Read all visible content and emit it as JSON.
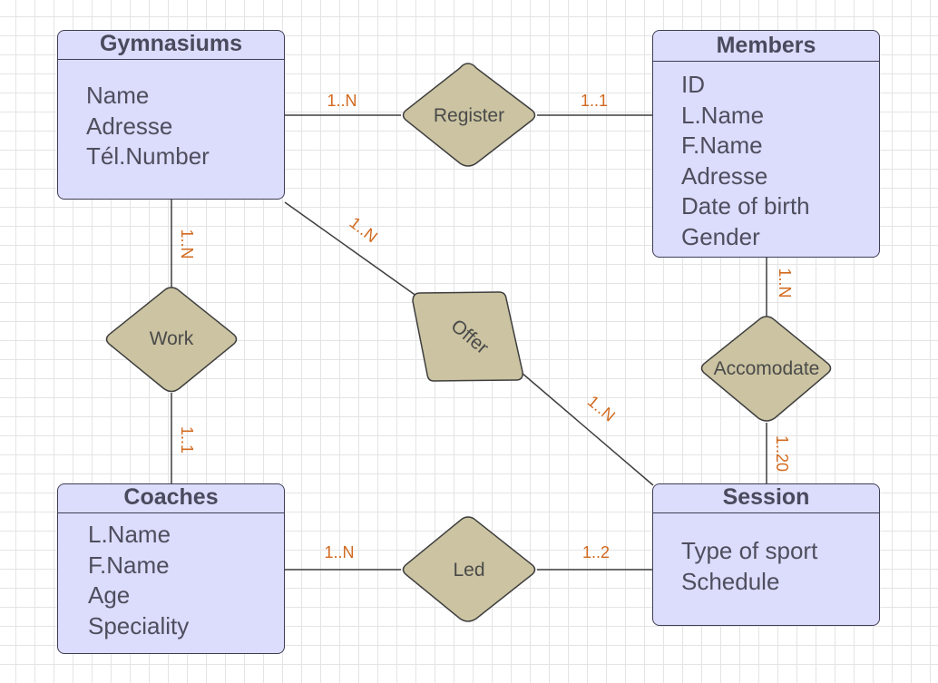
{
  "entities": {
    "gymnasiums": {
      "title": "Gymnasiums",
      "attributes": [
        "Name",
        "Adresse",
        "Tél.Number"
      ]
    },
    "members": {
      "title": "Members",
      "attributes": [
        "ID",
        "L.Name",
        "F.Name",
        "Adresse",
        "Date of birth",
        "Gender"
      ]
    },
    "coaches": {
      "title": "Coaches",
      "attributes": [
        "L.Name",
        "F.Name",
        "Age",
        "Speciality"
      ]
    },
    "session": {
      "title": "Session",
      "attributes": [
        "Type of sport",
        "Schedule"
      ]
    }
  },
  "relationships": {
    "register": "Register",
    "work": "Work",
    "offer": "Offer",
    "accomodate": "Accomodate",
    "led": "Led"
  },
  "cardinalities": {
    "register_gym": "1..N",
    "register_members": "1..1",
    "work_gym": "1..N",
    "work_coaches": "1..1",
    "offer_gym": "1..N",
    "offer_session": "1..N",
    "accomodate_members": "1..N",
    "accomodate_session": "1..20",
    "led_coaches": "1..N",
    "led_session": "1..2"
  },
  "colors": {
    "entity_fill": "#dcdcfc",
    "relationship_fill": "#cbc3a1",
    "cardinality_text": "#d2691e"
  }
}
